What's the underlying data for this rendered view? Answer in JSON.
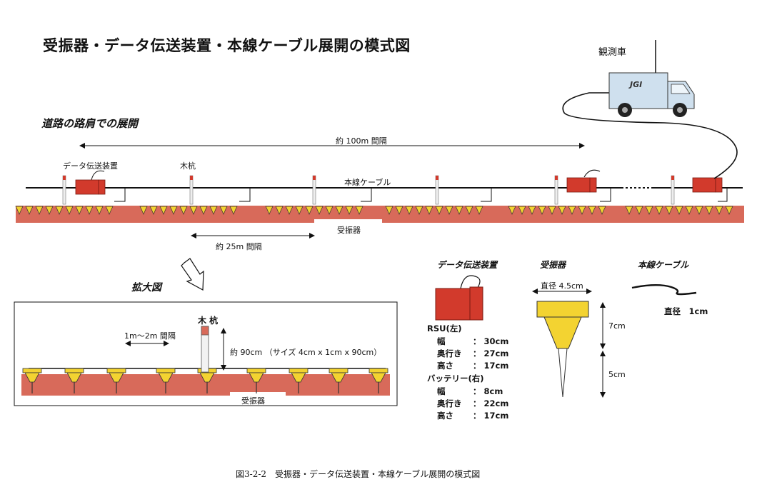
{
  "title": "受振器・データ伝送装置・本線ケーブル展開の模式図",
  "vehicle_label": "観測車",
  "vehicle_logo": "JGI",
  "section_roadside": "道路の路肩での展開",
  "spacing_100m": "約 100m 間隔",
  "label_rsu": "データ伝送装置",
  "label_stake": "木杭",
  "label_cable": "本線ケーブル",
  "label_geophone": "受振器",
  "spacing_25m": "約 25m 間隔",
  "section_zoom": "拡大図",
  "zoom": {
    "stake_label": "木 杭",
    "spacing": "1m〜2m 間隔",
    "stake_height": "約 90cm （サイズ 4cm x 1cm x 90cm）",
    "geophone_label": "受振器"
  },
  "legend": {
    "rsu_title": "データ伝送装置",
    "rsu_left": "RSU(左)",
    "rsu_specs": [
      {
        "name": "幅",
        "value": "： 30cm"
      },
      {
        "name": "奥行き",
        "value": "： 27cm"
      },
      {
        "name": "高さ",
        "value": "： 17cm"
      }
    ],
    "battery_right": "バッテリー(右)",
    "battery_specs": [
      {
        "name": "幅",
        "value": "： 8cm"
      },
      {
        "name": "奥行き",
        "value": "： 22cm"
      },
      {
        "name": "高さ",
        "value": "： 17cm"
      }
    ],
    "geophone_title": "受振器",
    "geophone_diameter": "直径 4.5cm",
    "geophone_body": "7cm",
    "geophone_spike": "5cm",
    "cable_title": "本線ケーブル",
    "cable_diameter": "直径　1cm"
  },
  "caption": "図3-2-2　受振器・データ伝送装置・本線ケーブル展開の模式図",
  "colors": {
    "ground": "#d86a5a",
    "rsu": "#d23a2c",
    "geophone": "#f3d331",
    "truck": "#cfe0ee"
  }
}
